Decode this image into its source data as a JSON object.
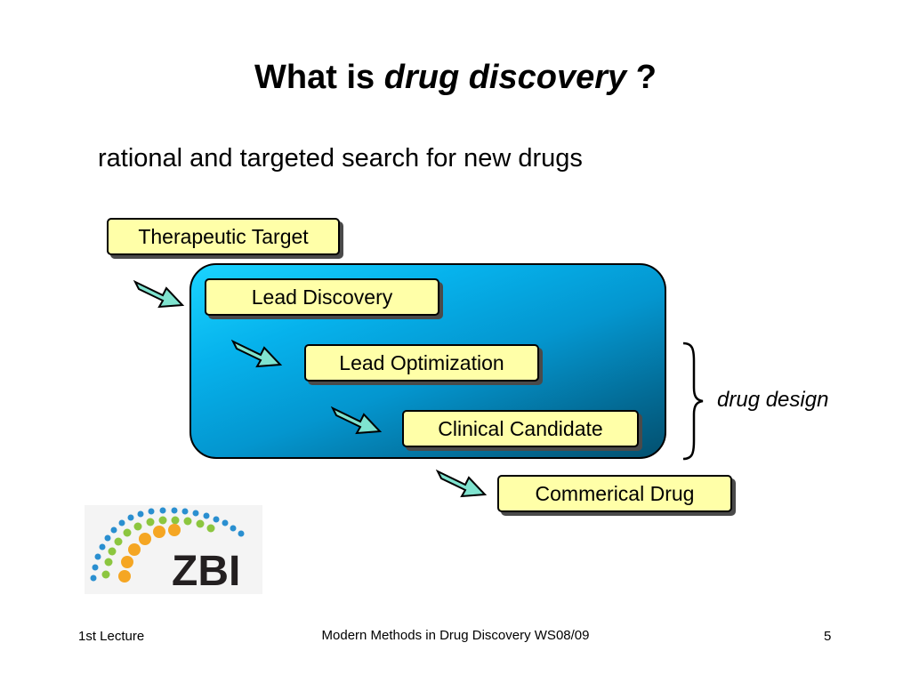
{
  "slide": {
    "title_prefix": "What is ",
    "title_emphasis": "drug discovery",
    "title_suffix": " ?",
    "subtitle": "rational and targeted search for new drugs"
  },
  "diagram": {
    "steps": [
      {
        "label": "Therapeutic Target"
      },
      {
        "label": "Lead Discovery"
      },
      {
        "label": "Lead Optimization"
      },
      {
        "label": "Clinical Candidate"
      },
      {
        "label": "Commerical Drug"
      }
    ],
    "brace_label": "drug design",
    "colors": {
      "box_fill": "#ffffa8",
      "arrow_fill": "#7fe3cf",
      "panel_light": "#1ad4ff",
      "panel_dark": "#03506f"
    }
  },
  "logo": {
    "text": "ZBI",
    "icon": "zbi-logo-icon",
    "colors": {
      "blue": "#2a8fd0",
      "green": "#8cc63f",
      "orange": "#f5a623",
      "text": "#231f20"
    }
  },
  "footer": {
    "left": "1st Lecture",
    "center": "Modern Methods in Drug Discovery WS08/09",
    "page_number": "5"
  }
}
